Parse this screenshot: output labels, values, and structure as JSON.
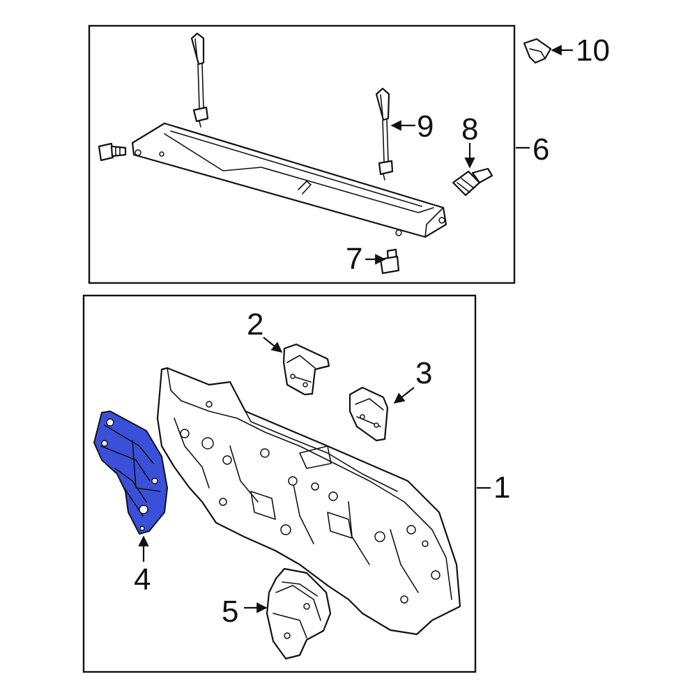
{
  "diagram": {
    "highlight_color": "#3a50d9",
    "line_color": "#111111",
    "callouts": {
      "c1": "1",
      "c2": "2",
      "c3": "3",
      "c4": "4",
      "c5": "5",
      "c6": "6",
      "c7": "7",
      "c8": "8",
      "c9": "9",
      "c10": "10"
    },
    "highlighted_part": "4"
  }
}
